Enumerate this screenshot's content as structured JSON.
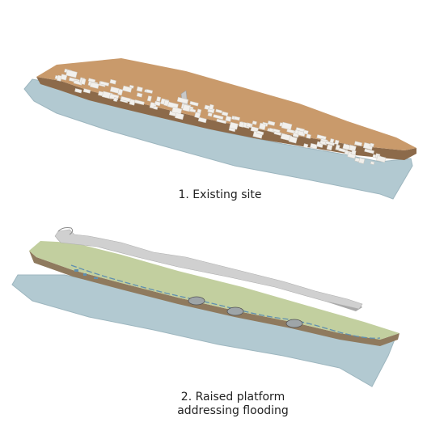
{
  "panels": [
    {
      "caption_lines": [
        "1. Existing site"
      ]
    },
    {
      "caption_lines": [
        "2. Raised platform",
        "addressing flooding"
      ]
    }
  ],
  "colors": {
    "water": "#b2c9d1",
    "water_edge": "#9db6bf",
    "ground_top": "#c99a6b",
    "ground_side": "#8c6a4a",
    "buildings": "#f2f0ec",
    "platform_top": "#c2cf9f",
    "platform_side": "#8f7a5e",
    "slab": "#d0d0d0",
    "slab_edge": "#a9a9a9",
    "canal": "#5f8fb0"
  }
}
